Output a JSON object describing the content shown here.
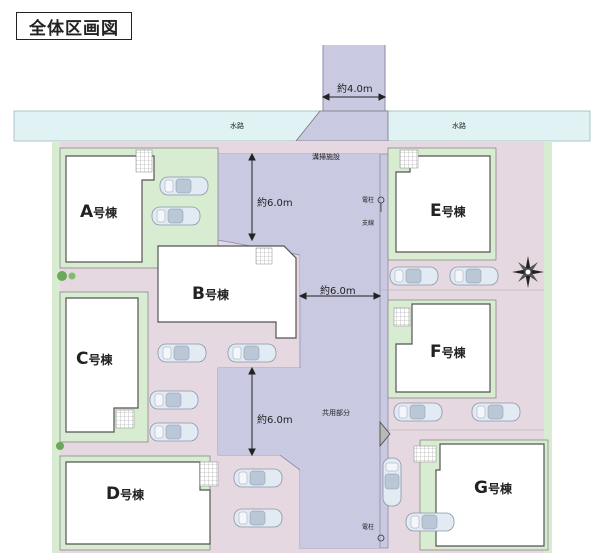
{
  "title": "全体区画図",
  "labels": {
    "road_width_top": "約4.0m",
    "waterway_left": "水路",
    "waterway_right": "水路",
    "facility": "溝掃施設",
    "road_width_upper": "約6.0m",
    "road_width_middle": "約6.0m",
    "road_width_lower": "約6.0m",
    "common_area": "共用部分",
    "utility_pole_top": "電柱",
    "post_top": "支線",
    "utility_pole_bottom": "電柱"
  },
  "lots": [
    {
      "letter": "A",
      "suffix": "号棟"
    },
    {
      "letter": "B",
      "suffix": "号棟"
    },
    {
      "letter": "C",
      "suffix": "号棟"
    },
    {
      "letter": "D",
      "suffix": "号棟"
    },
    {
      "letter": "E",
      "suffix": "号棟"
    },
    {
      "letter": "F",
      "suffix": "号棟"
    },
    {
      "letter": "G",
      "suffix": "号棟"
    }
  ],
  "colors": {
    "road": "#c9c9e2",
    "lot_ground": "#e6d8e0",
    "waterway": "#e0f2f3",
    "building": "#ffffff",
    "garden": "#d8ecd2",
    "car": "#dfe8f2"
  },
  "icons": [
    "compass-icon",
    "car-icon",
    "tree-icon",
    "utility-pole-icon",
    "grid-pad-icon"
  ]
}
